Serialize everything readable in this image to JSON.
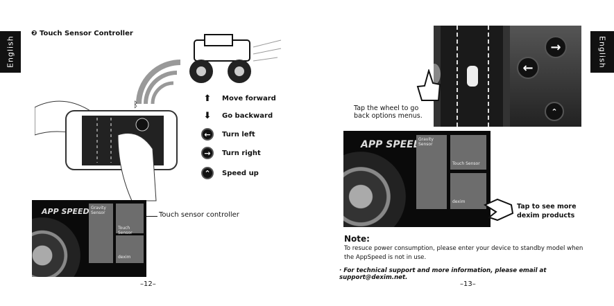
{
  "left_page": {
    "side_tab": "English",
    "section_number": "❷",
    "section_title": "Touch Sensor Controller",
    "legend": [
      {
        "icon": "arrow-up-icon",
        "glyph": "⬆",
        "label": "Move forward"
      },
      {
        "icon": "arrow-down-icon",
        "glyph": "⬇",
        "label": "Go backward"
      },
      {
        "icon": "turn-left-icon",
        "glyph": "←",
        "label": "Turn left"
      },
      {
        "icon": "turn-right-icon",
        "glyph": "→",
        "label": "Turn right"
      },
      {
        "icon": "speed-up-icon",
        "glyph": "⌃",
        "label": "Speed up"
      }
    ],
    "app_screen": {
      "logo": "APP SPEED",
      "tile_gravity": "Gravity Sensor",
      "tile_touch": "Touch Sensor",
      "tile_dexim": "dexim"
    },
    "callout": "Touch sensor controller",
    "page_number": "–12–"
  },
  "right_page": {
    "side_tab": "English",
    "wheel_caption": "Tap the wheel to go back options menus.",
    "app_screen": {
      "logo": "APP SPEED",
      "tile_gravity": "Gravity Sensor",
      "tile_touch": "Touch Sensor",
      "tile_dexim": "dexim"
    },
    "dexim_callout": "Tap to see more dexim products",
    "note_title": "Note:",
    "note_body": "To resuce power consumption, please enter your device to standby model when the AppSpeed is not in use.",
    "support_line": "For technical support and more information, please email at support@dexim.net.",
    "page_number": "–13–"
  }
}
